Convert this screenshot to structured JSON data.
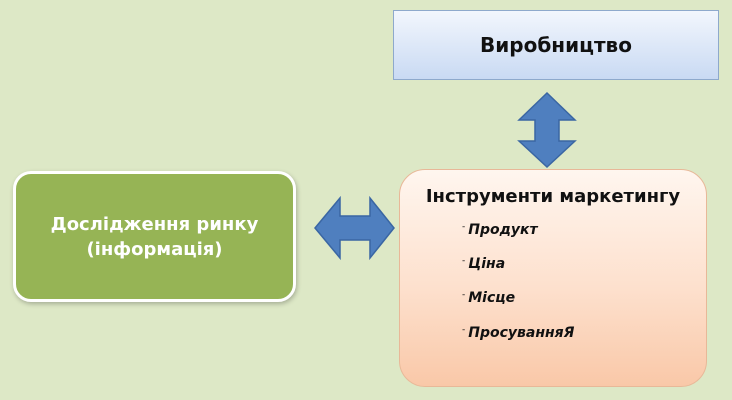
{
  "diagram": {
    "production_label": "Виробництво",
    "research": {
      "line1": "Дослідження ринку",
      "line2": "(інформація)"
    },
    "tools": {
      "title": "Інструменти маркетингу",
      "items": [
        {
          "marker": "-",
          "label": "Продукт"
        },
        {
          "marker": "-",
          "label": "Ціна"
        },
        {
          "marker": "-",
          "label": "Місце"
        },
        {
          "marker": "-",
          "label": "ПросуванняЯ"
        }
      ]
    },
    "colors": {
      "background": "#dde8c6",
      "arrow_fill": "#4f7fbf",
      "research_fill": "#96b455",
      "tools_fill": "#fde0cd",
      "production_fill": "#c9daf3"
    }
  }
}
